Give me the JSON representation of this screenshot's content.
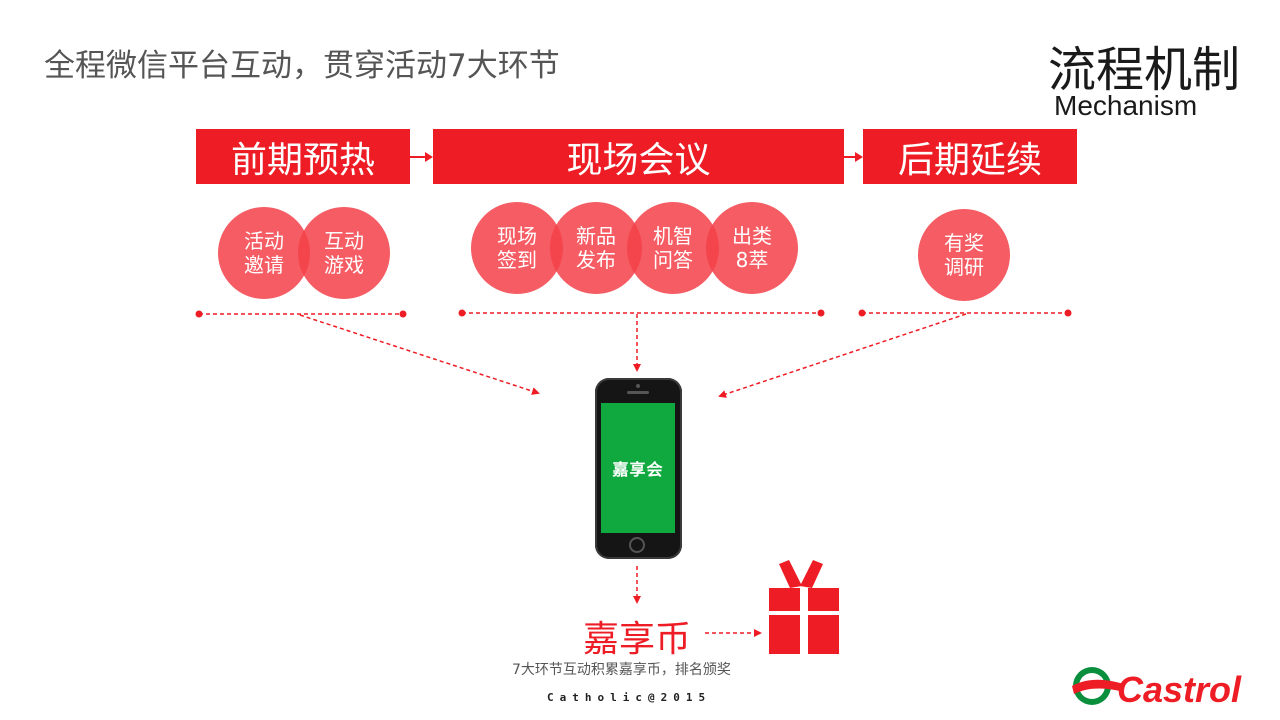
{
  "header": {
    "subtitle": "全程微信平台互动，贯穿活动7大环节",
    "title": "流程机制",
    "title_en": "Mechanism"
  },
  "stages": [
    {
      "label": "前期预热",
      "circles": [
        {
          "line1": "活动",
          "line2": "邀请"
        },
        {
          "line1": "互动",
          "line2": "游戏"
        }
      ]
    },
    {
      "label": "现场会议",
      "circles": [
        {
          "line1": "现场",
          "line2": "签到"
        },
        {
          "line1": "新品",
          "line2": "发布"
        },
        {
          "line1": "机智",
          "line2": "问答"
        },
        {
          "line1": "出类",
          "line2": "8萃"
        }
      ]
    },
    {
      "label": "后期延续",
      "circles": [
        {
          "line1": "有奖",
          "line2": "调研"
        }
      ]
    }
  ],
  "phone": {
    "screen_text": "嘉享会"
  },
  "reward": {
    "coin_label": "嘉享币",
    "caption": "7大环节互动积累嘉享币，排名颁奖"
  },
  "footer": {
    "text": "Catholic@2015"
  },
  "brand": {
    "logo_text": "Castrol"
  },
  "colors": {
    "accent": "#ee1c25",
    "circle": "#f34048",
    "screen": "#10a940",
    "logo_green": "#0a8f3c"
  }
}
